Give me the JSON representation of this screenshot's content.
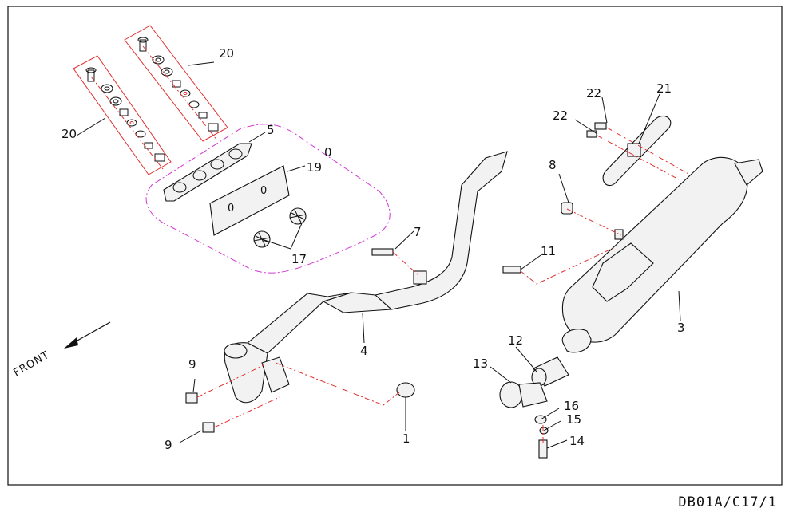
{
  "diagram": {
    "front_label": "FRONT",
    "drawing_code": "DB01A/C17/1",
    "callouts": {
      "p0": "0",
      "p1": "1",
      "p3": "3",
      "p4": "4",
      "p5": "5",
      "p7": "7",
      "p8": "8",
      "p9a": "9",
      "p9b": "9",
      "p11": "11",
      "p12": "12",
      "p13": "13",
      "p14": "14",
      "p15": "15",
      "p16": "16",
      "p17": "17",
      "p19": "19",
      "p20a": "20",
      "p20b": "20",
      "p21": "21",
      "p22a": "22",
      "p22b": "22"
    },
    "colors": {
      "line": "#111111",
      "leader_red": "#e03030",
      "group_magenta": "#d23ad2"
    }
  }
}
